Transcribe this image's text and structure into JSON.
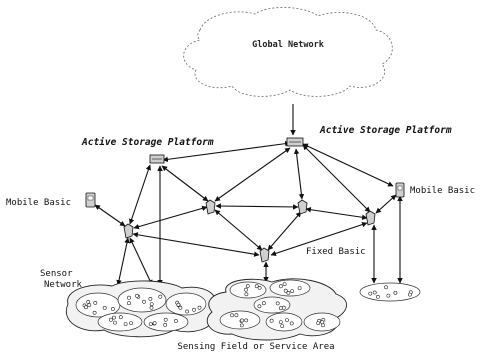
{
  "cloud": {
    "label": "Global Network"
  },
  "storage_left": {
    "label": "Active Storage Platform"
  },
  "storage_right": {
    "label": "Active Storage Platform"
  },
  "mobile_left": {
    "label": "Mobile Basic"
  },
  "mobile_right": {
    "label": "Mobile Basic"
  },
  "fixed_basic": {
    "label": "Fixed Basic"
  },
  "sensor_network": {
    "line1": "Sensor",
    "line2": "Network"
  },
  "sensing_field": {
    "label": "Sensing Field or Service Area"
  }
}
